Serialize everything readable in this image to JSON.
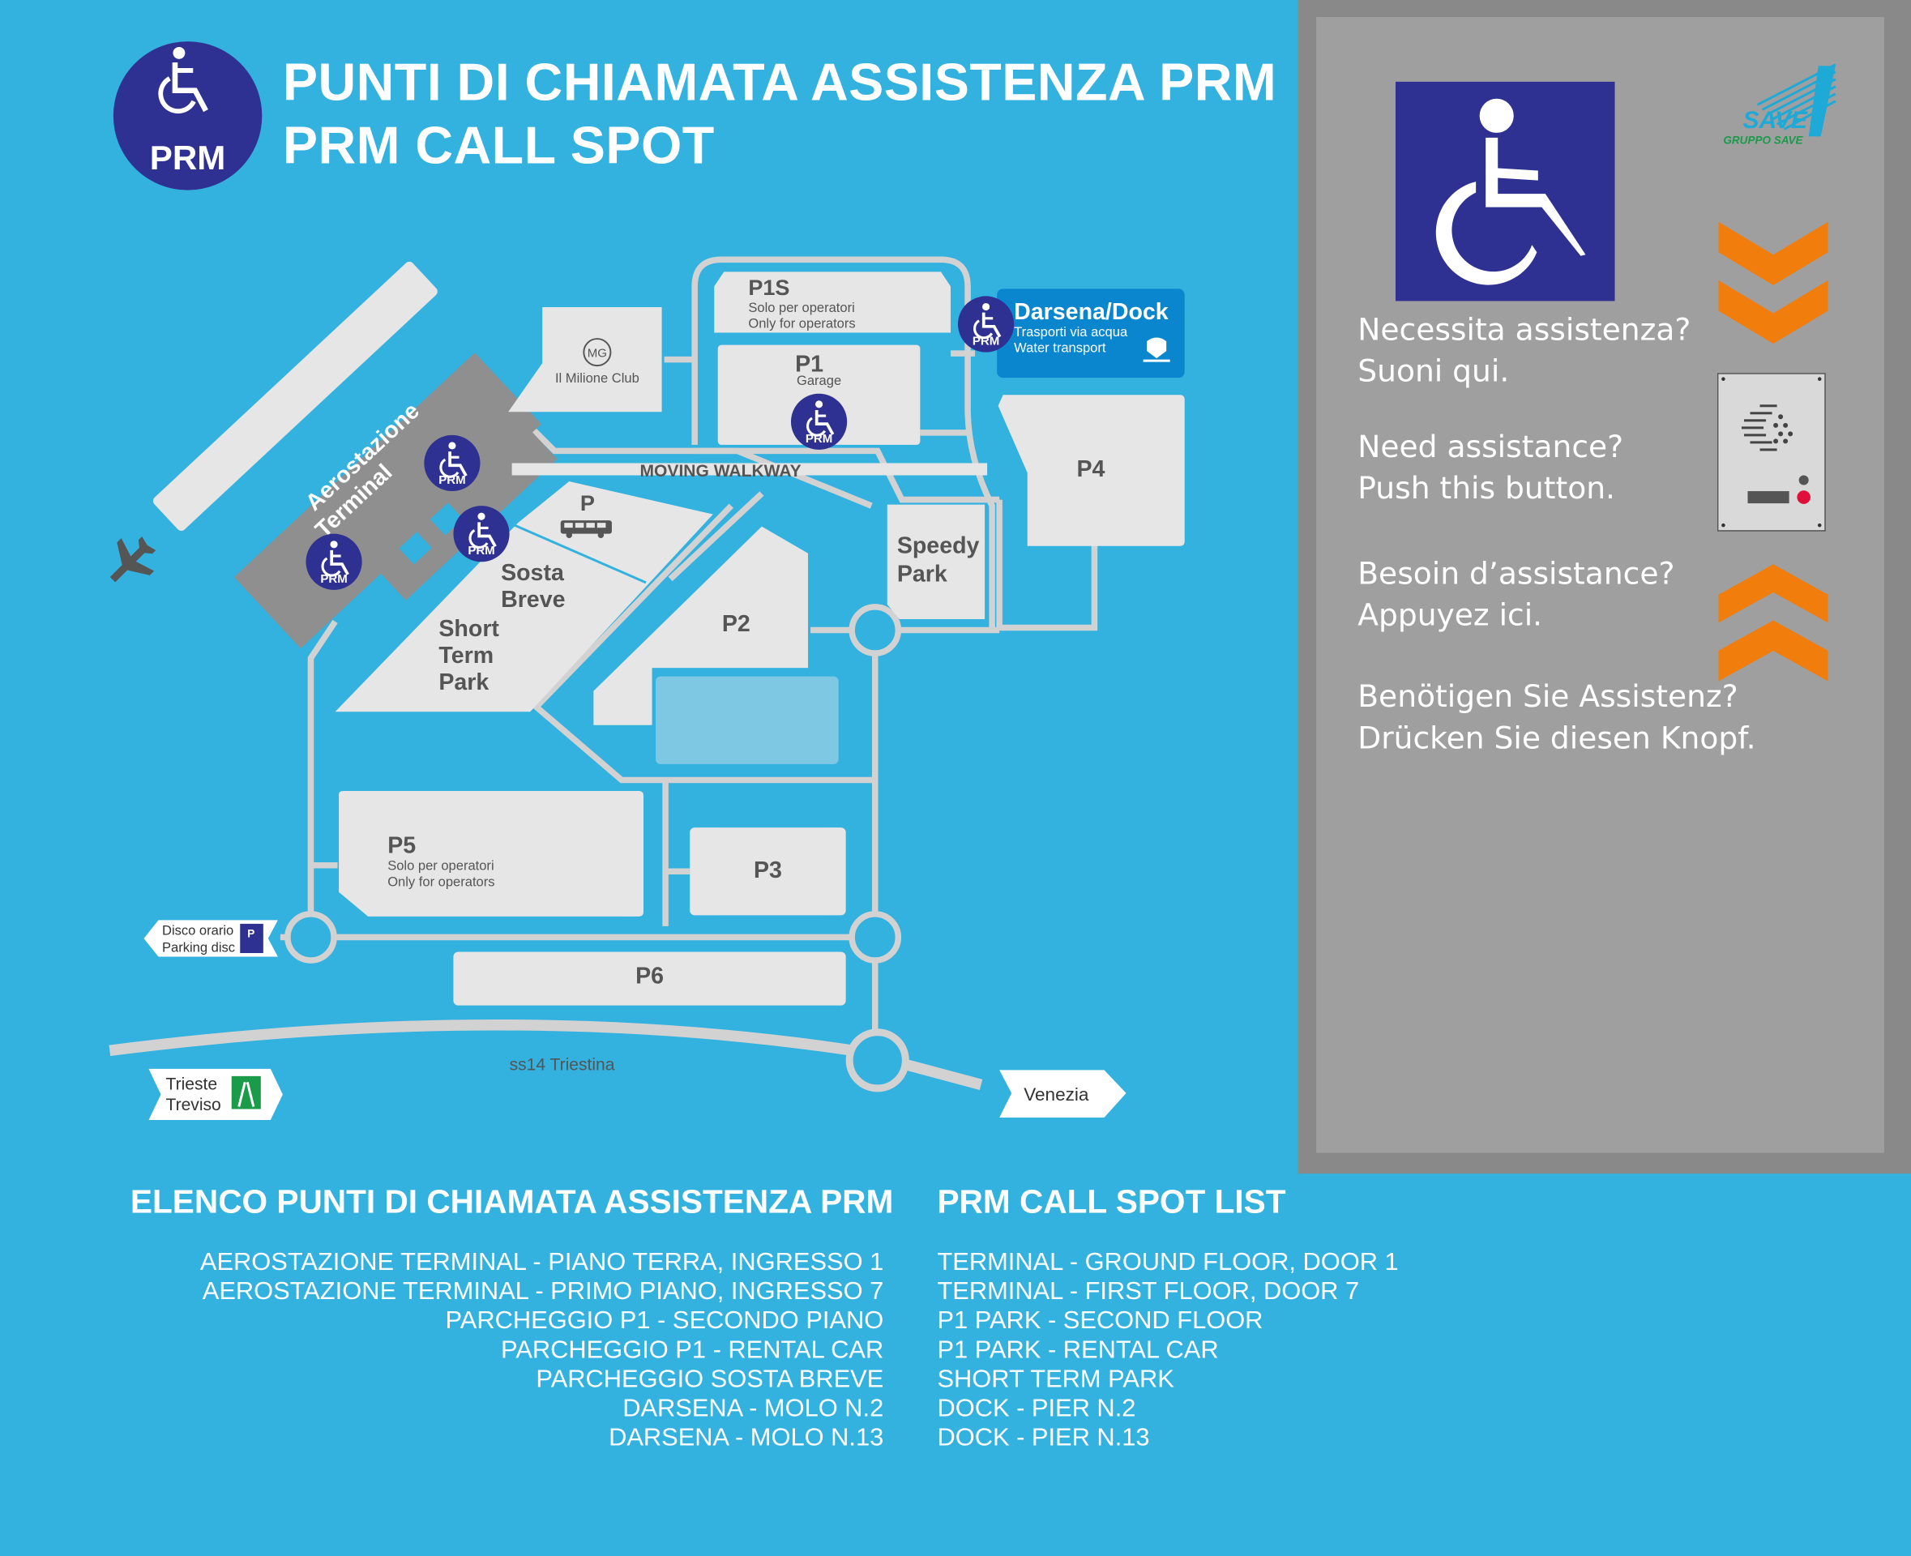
{
  "header": {
    "badge_label": "PRM",
    "title_it": "PUNTI DI CHIAMATA ASSISTENZA PRM",
    "title_en": "PRM CALL SPOT"
  },
  "map": {
    "prm_label": "PRM",
    "terminal_label_1": "Aerostazione",
    "terminal_label_2": "Terminal",
    "milione_logo": "MG",
    "milione_club": "Il Milione Club",
    "p1s": {
      "name": "P1S",
      "line1": "Solo per operatori",
      "line2": "Only for  operators"
    },
    "p1": {
      "name": "P1",
      "sub": "Garage"
    },
    "darsena": {
      "name": "Darsena/Dock",
      "line1": "Trasporti via acqua",
      "line2": "Water transport"
    },
    "moving_walkway": "MOVING WALKWAY",
    "p4": "P4",
    "bus_p": "P",
    "sosta_breve": [
      "Sosta",
      "Breve"
    ],
    "short_term": [
      "Short",
      "Term",
      "Park"
    ],
    "speedy": [
      "Speedy",
      "Park"
    ],
    "p2": "P2",
    "p5": {
      "name": "P5",
      "line1": "Solo per operatori",
      "line2": "Only for  operators"
    },
    "p3": "P3",
    "p6": "P6",
    "parking_disc": [
      "Disco orario",
      "Parking disc"
    ],
    "parking_disc_icon": "P",
    "road": "ss14 Triestina",
    "trieste": [
      "Trieste",
      "Treviso"
    ],
    "venezia": "Venezia"
  },
  "sign": {
    "logo_text": "SAVE",
    "logo_sub": "GRUPPO SAVE",
    "lines": [
      [
        "Necessita assistenza?",
        "Suoni qui."
      ],
      [
        "Need assistance?",
        "Push this button."
      ],
      [
        "Besoin d’assistance?",
        "Appuyez ici."
      ],
      [
        "Benötigen Sie Assistenz?",
        "Drücken Sie diesen Knopf."
      ]
    ]
  },
  "list": {
    "heading_it": "ELENCO PUNTI DI CHIAMATA ASSISTENZA PRM",
    "heading_en": "PRM CALL SPOT LIST",
    "items_it": [
      "AEROSTAZIONE TERMINAL - PIANO TERRA, INGRESSO 1",
      "AEROSTAZIONE TERMINAL - PRIMO PIANO, INGRESSO 7",
      "PARCHEGGIO P1 - SECONDO PIANO",
      "PARCHEGGIO P1 - RENTAL CAR",
      "PARCHEGGIO SOSTA BREVE",
      "DARSENA - MOLO N.2",
      "DARSENA - MOLO N.13"
    ],
    "items_en": [
      "TERMINAL - GROUND FLOOR, DOOR 1",
      "TERMINAL - FIRST FLOOR, DOOR 7",
      "P1 PARK - SECOND FLOOR",
      "P1 PARK - RENTAL CAR",
      "SHORT TERM PARK",
      "DOCK - PIER N.2",
      "DOCK - PIER N.13"
    ]
  },
  "colors": {
    "background": "#33b1df",
    "prm_blue": "#2e3192",
    "panel_gray": "#a09fa0",
    "block": "#e6e6e6",
    "road": "#d2d2d2",
    "dock_blue": "#0a86cf",
    "arrow_orange": "#f07d0c"
  }
}
